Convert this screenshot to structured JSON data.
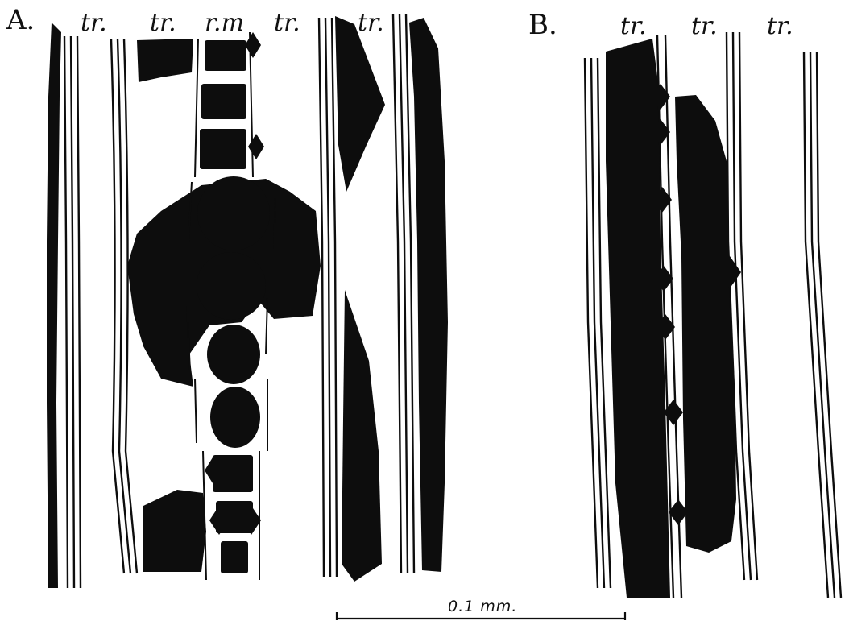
{
  "panels": {
    "a": {
      "letter": "A.",
      "labels": [
        "tr.",
        "tr.",
        "r.m",
        "tr.",
        "tr."
      ]
    },
    "b": {
      "letter": "B.",
      "labels": [
        "tr.",
        "tr.",
        "tr."
      ]
    }
  },
  "scale_bar": {
    "label": "0.1 mm."
  },
  "colors": {
    "ink": "#0d0d0d",
    "paper": "#ffffff"
  }
}
